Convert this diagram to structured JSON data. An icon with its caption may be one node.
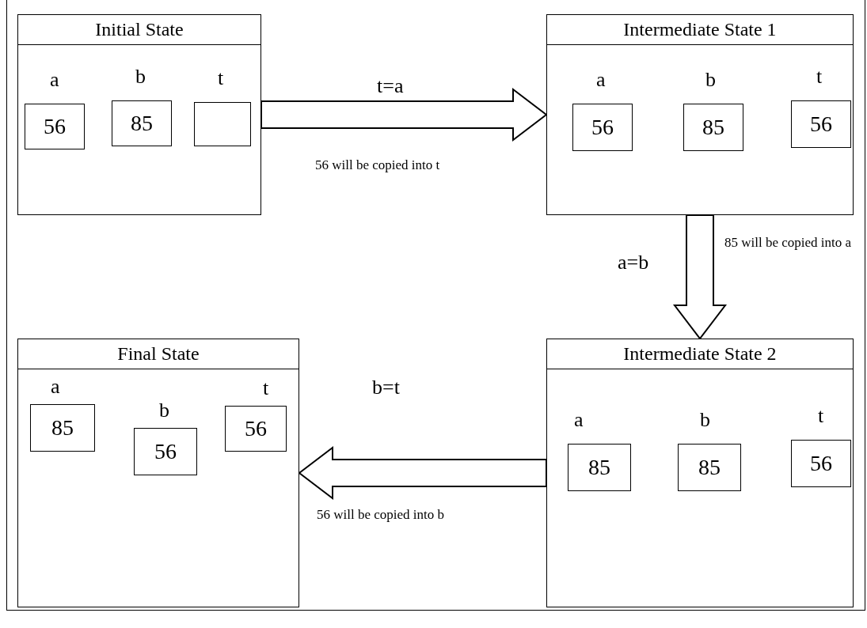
{
  "diagram": {
    "nodes": [
      {
        "text": [
          "Initial State"
        ]
      },
      {
        "text": [
          "a",
          "56"
        ],
        "in": 0
      },
      {
        "text": [
          "b",
          "85"
        ],
        "in": 0
      },
      {
        "text": [
          "t"
        ],
        "in": 0
      },
      {
        "text": [
          "Intermediate State 1"
        ]
      },
      {
        "text": [
          "a",
          "56"
        ],
        "in": 4
      },
      {
        "text": [
          "b",
          "85"
        ],
        "in": 4
      },
      {
        "text": [
          "t",
          "56"
        ],
        "in": 4
      },
      {
        "text": [
          "Final State"
        ]
      },
      {
        "text": [
          "a",
          "85"
        ],
        "in": 8
      },
      {
        "text": [
          "b",
          "56"
        ],
        "in": 8
      },
      {
        "text": [
          "t",
          "56"
        ],
        "in": 8
      },
      {
        "text": [
          "Intermediate State 2"
        ]
      },
      {
        "text": [
          "a",
          "85"
        ],
        "in": 12
      },
      {
        "text": [
          "b",
          "85"
        ],
        "in": 12
      },
      {
        "text": [
          "t",
          "56"
        ],
        "in": 12
      }
    ],
    "edges": [
      {
        "from": 0,
        "to": 4,
        "arrow": "to",
        "label": "t=a"
      },
      {
        "from": 4,
        "to": 12,
        "arrow": "to",
        "label": "a=b"
      },
      {
        "from": 12,
        "to": 8,
        "arrow": "to",
        "label": "b=t"
      }
    ],
    "labels": [
      "56 will be copied into t",
      "85 will be copied into a",
      "56 will be copied into b"
    ]
  }
}
